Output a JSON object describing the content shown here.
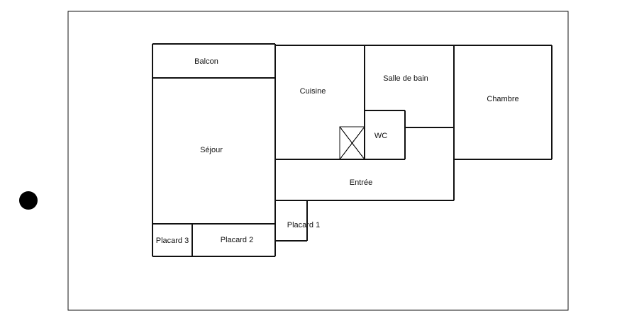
{
  "rooms": {
    "balcon": "Balcon",
    "cuisine": "Cuisine",
    "salle_de_bain": "Salle de bain",
    "chambre": "Chambre",
    "sejour": "Séjour",
    "wc": "WC",
    "entree": "Entrée",
    "placard_1": "Placard 1",
    "placard_2": "Placard 2",
    "placard_3": "Placard 3"
  },
  "colors": {
    "line": "#111111",
    "background": "#ffffff"
  }
}
